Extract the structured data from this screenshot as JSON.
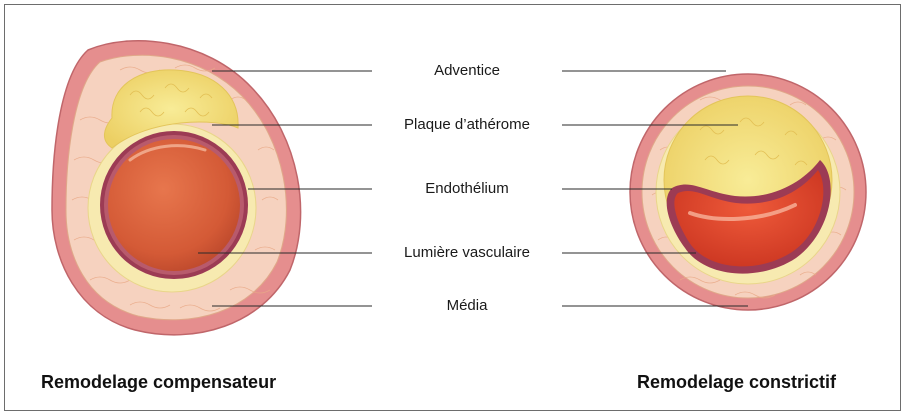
{
  "labels": {
    "adventice": "Adventice",
    "plaque": "Plaque d’athérome",
    "endothelium": "Endothélium",
    "lumiere": "Lumière vasculaire",
    "media": "Média"
  },
  "captions": {
    "left": "Remodelage compensateur",
    "right": "Remodelage constrictif"
  },
  "colors": {
    "adventitia": "#e58e8e",
    "media": "#f6d2bf",
    "plaque": "#f4e27b",
    "lumen_left": "#d9613c",
    "lumen_right": "#e2462b",
    "endothelium": "#9c3b54",
    "leader_line": "#2a2a2a"
  }
}
